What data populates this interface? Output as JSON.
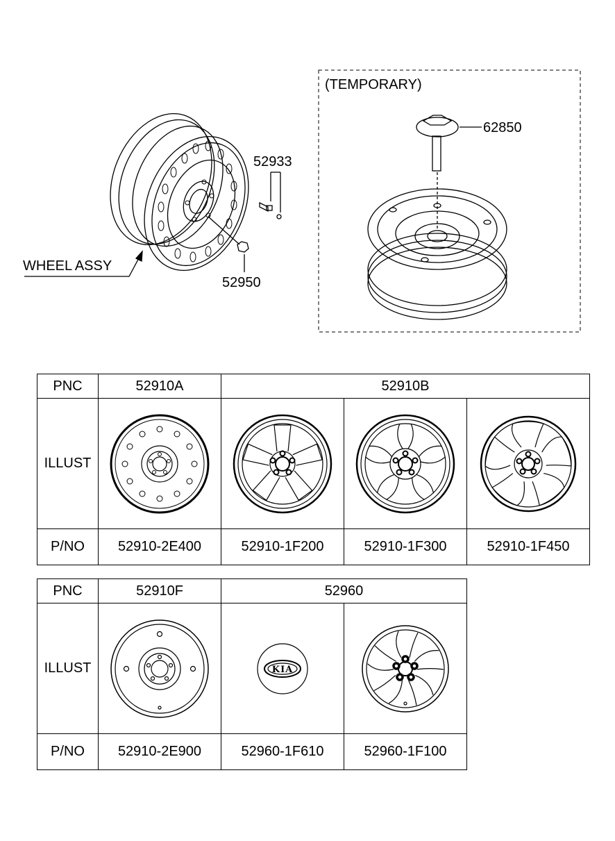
{
  "top": {
    "temporary_label": "(TEMPORARY)",
    "callouts": {
      "hub_bolt": "62850",
      "valve": "52933",
      "wheel_assy": "WHEEL ASSY",
      "lug_nut": "52950"
    }
  },
  "table1": {
    "row_headers": {
      "pnc": "PNC",
      "illust": "ILLUST",
      "pno": "P/NO"
    },
    "pnc": [
      "52910A",
      "52910B"
    ],
    "pno": [
      "52910-2E400",
      "52910-1F200",
      "52910-1F300",
      "52910-1F450"
    ]
  },
  "table2": {
    "row_headers": {
      "pnc": "PNC",
      "illust": "ILLUST",
      "pno": "P/NO"
    },
    "pnc": [
      "52910F",
      "52960"
    ],
    "pno": [
      "52910-2E900",
      "52960-1F610",
      "52960-1F100"
    ],
    "cap_logo_text": "KIA"
  }
}
